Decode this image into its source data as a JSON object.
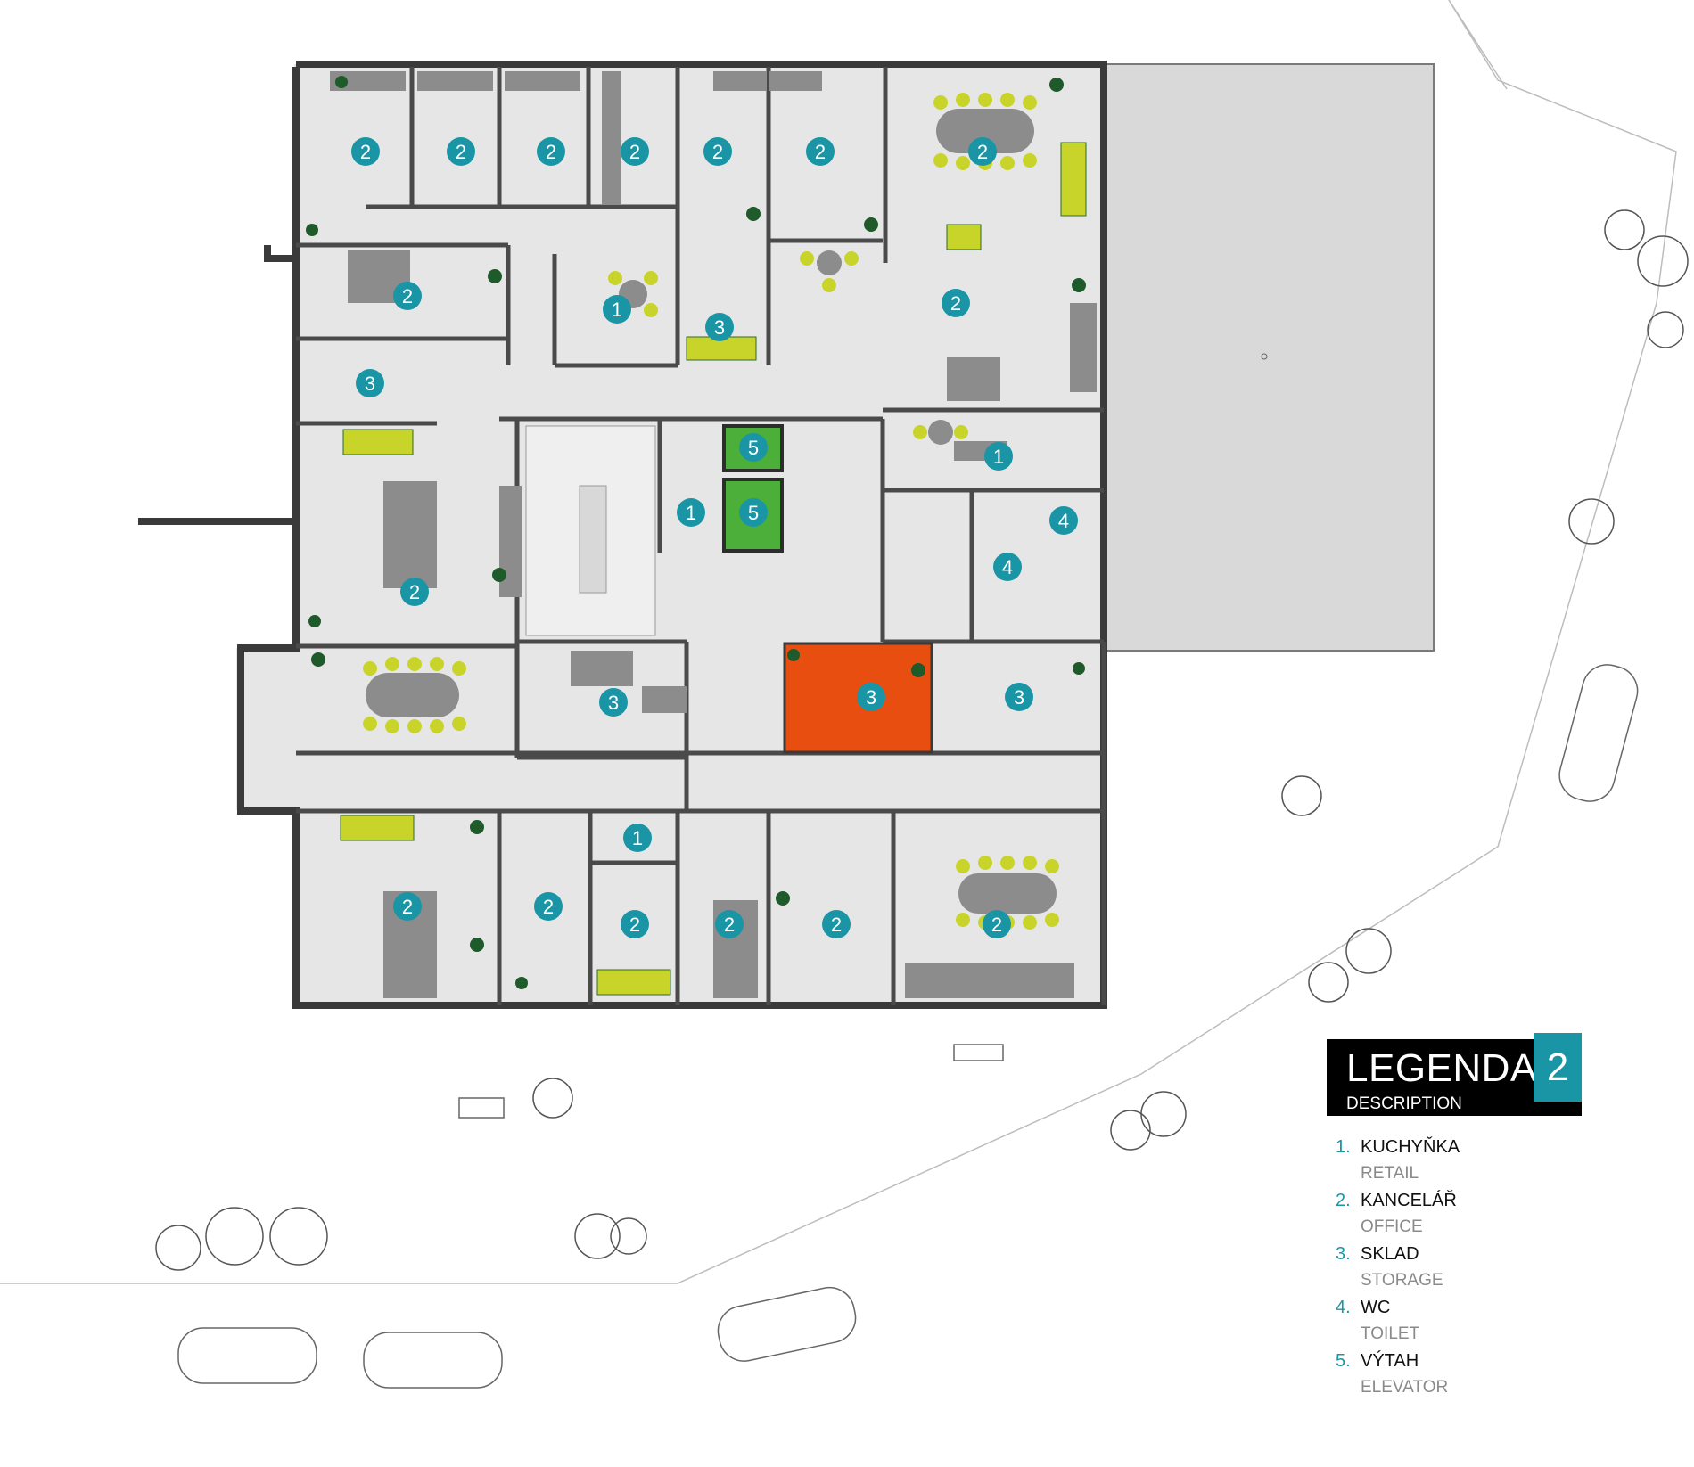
{
  "colors": {
    "wall": "#3a3a3a",
    "floor": "#e6e6e6",
    "terrace": "#d9d9d9",
    "furniture": "#8c8c8c",
    "chair": "#c9d42a",
    "badge": "#1a95a6",
    "elevator": "#4caf3a",
    "highlight": "#e84e0f",
    "plant": "#1f5a2a"
  },
  "room_labels": [
    {
      "id": "r1",
      "number": "2"
    },
    {
      "id": "r2",
      "number": "2"
    },
    {
      "id": "r3",
      "number": "2"
    },
    {
      "id": "r4",
      "number": "2"
    },
    {
      "id": "r5",
      "number": "2"
    },
    {
      "id": "r6",
      "number": "2"
    },
    {
      "id": "r7",
      "number": "2"
    },
    {
      "id": "r8",
      "number": "2"
    },
    {
      "id": "r9",
      "number": "1"
    },
    {
      "id": "r10",
      "number": "3"
    },
    {
      "id": "r11",
      "number": "2"
    },
    {
      "id": "r12",
      "number": "3"
    },
    {
      "id": "r13",
      "number": "5"
    },
    {
      "id": "r14",
      "number": "1"
    },
    {
      "id": "r15",
      "number": "1"
    },
    {
      "id": "r16",
      "number": "5"
    },
    {
      "id": "r17",
      "number": "4"
    },
    {
      "id": "r18",
      "number": "4"
    },
    {
      "id": "r19",
      "number": "2"
    },
    {
      "id": "r20",
      "number": "3"
    },
    {
      "id": "r21",
      "number": "3"
    },
    {
      "id": "r22",
      "number": "3"
    },
    {
      "id": "r23",
      "number": "1"
    },
    {
      "id": "r24",
      "number": "2"
    },
    {
      "id": "r25",
      "number": "2"
    },
    {
      "id": "r26",
      "number": "2"
    },
    {
      "id": "r27",
      "number": "2"
    },
    {
      "id": "r28",
      "number": "2"
    },
    {
      "id": "r29",
      "number": "2"
    }
  ],
  "legend": {
    "title": "LEGENDA",
    "subtitle": "DESCRIPTION",
    "floor_number": "2",
    "items": [
      {
        "num": "1.",
        "label": "KUCHYŇKA",
        "sub": "RETAIL"
      },
      {
        "num": "2.",
        "label": "KANCELÁŘ",
        "sub": "OFFICE"
      },
      {
        "num": "3.",
        "label": "SKLAD",
        "sub": "STORAGE"
      },
      {
        "num": "4.",
        "label": "WC",
        "sub": "TOILET"
      },
      {
        "num": "5.",
        "label": "VÝTAH",
        "sub": "ELEVATOR"
      }
    ]
  }
}
